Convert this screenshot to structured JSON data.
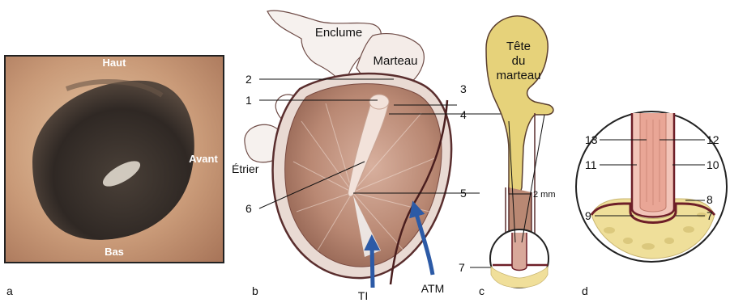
{
  "photo": {
    "label_top": "Haut",
    "label_right": "Avant",
    "label_bottom": "Bas"
  },
  "panel_letters": [
    "a",
    "b",
    "c",
    "d"
  ],
  "panel_b": {
    "label_enclume": "Enclume",
    "label_marteau": "Marteau",
    "label_etrier": "Étrier",
    "label_ti": "TI",
    "label_atm": "ATM",
    "callouts": [
      "2",
      "1",
      "6",
      "3",
      "4",
      "5",
      "7"
    ]
  },
  "panel_c": {
    "label_tete": [
      "Tête",
      "du",
      "marteau"
    ],
    "measure": "2 mm"
  },
  "panel_d": {
    "callouts_left": [
      "13",
      "11",
      "9"
    ],
    "callouts_right": [
      "12",
      "10",
      "8",
      "7"
    ]
  },
  "colors": {
    "membrane": "#c79a86",
    "bone": "#e6d27a",
    "arrow": "#2c5aa6"
  }
}
